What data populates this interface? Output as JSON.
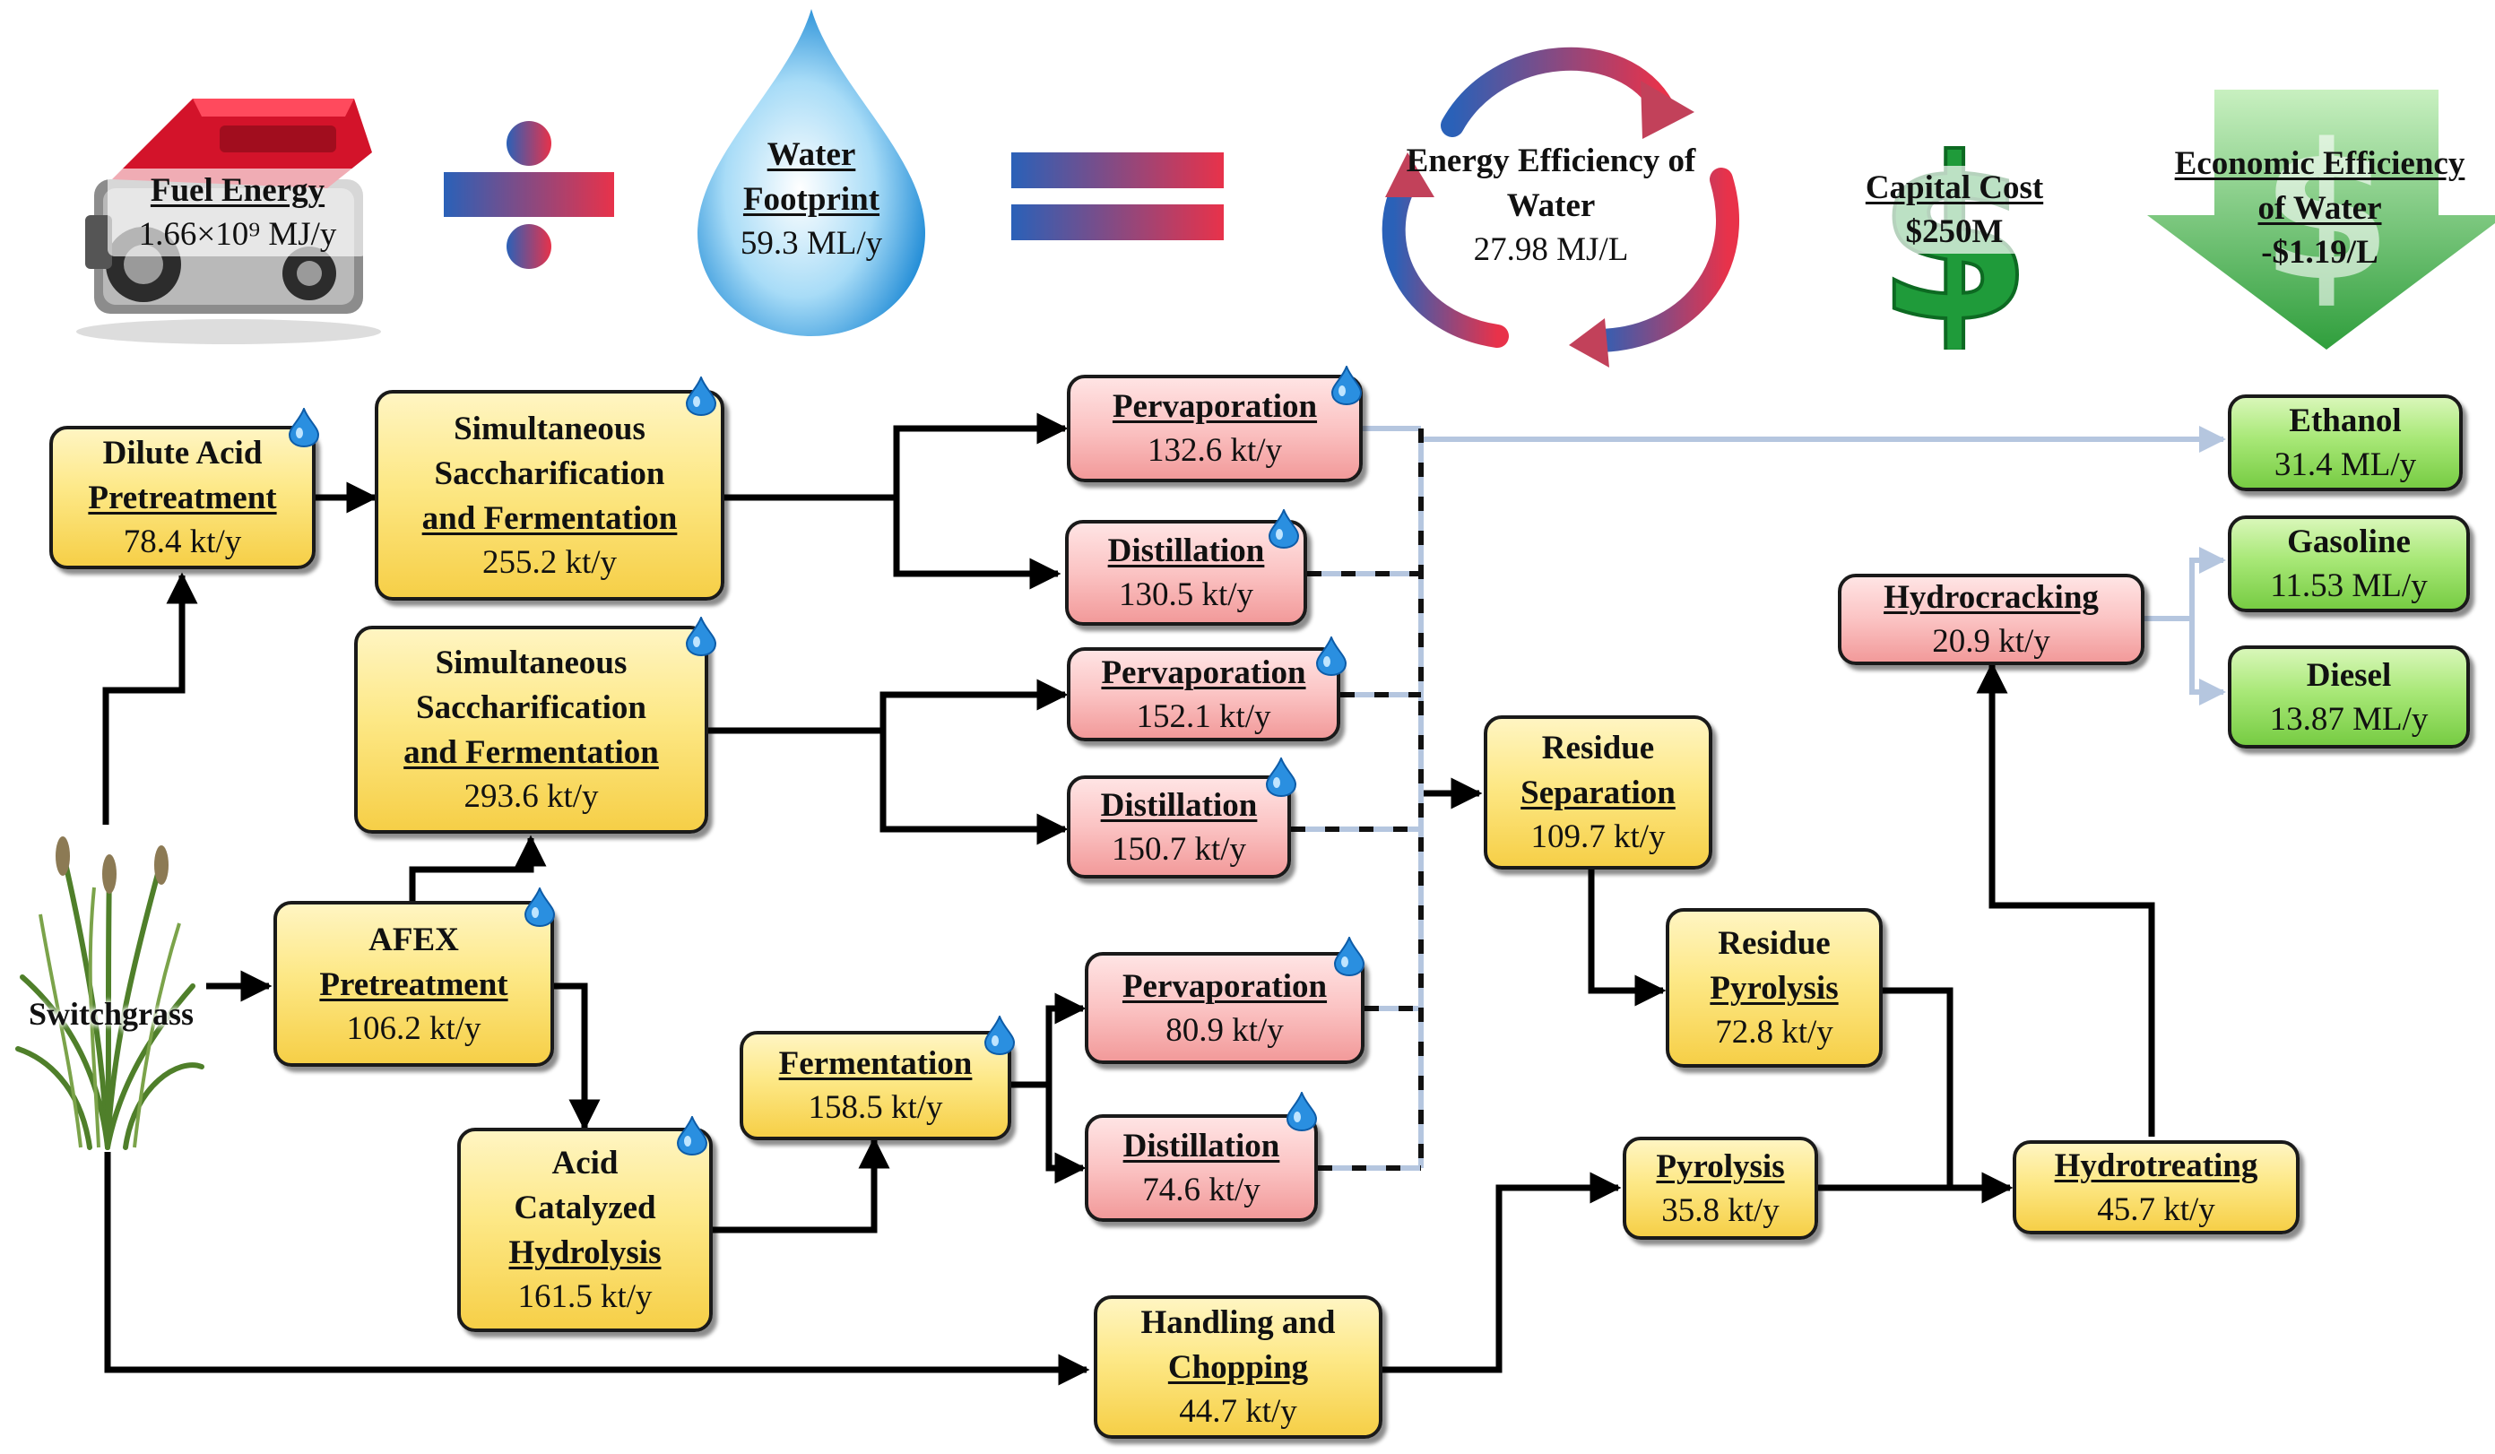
{
  "header": {
    "fuel_energy": {
      "title": "Fuel Energy",
      "value": "1.66×10⁹  MJ/y"
    },
    "water_footprint": {
      "title_line1": "Water",
      "title_line2": "Footprint",
      "value": "59.3 ML/y"
    },
    "energy_efficiency": {
      "title_line1": "Energy Efficiency of",
      "title_line2": "Water",
      "value": "27.98 MJ/L"
    },
    "capital_cost": {
      "title": "Capital Cost",
      "value": "$250M"
    },
    "economic_efficiency": {
      "title_line1": "Economic  Efficiency",
      "title_line2": "of Water",
      "value": "-$1.19/L"
    }
  },
  "feedstock": {
    "label": "Switchgrass"
  },
  "nodes": {
    "dilute_acid": {
      "line1": "Dilute Acid",
      "line2": "Pretreatment",
      "value": "78.4 kt/y"
    },
    "ssf_1": {
      "line1": "Simultaneous",
      "line2": "Saccharification",
      "line3": "and Fermentation",
      "value": "255.2 kt/y"
    },
    "ssf_2": {
      "line1": "Simultaneous",
      "line2": "Saccharification",
      "line3": "and Fermentation",
      "value": "293.6 kt/y"
    },
    "afex": {
      "line1": "AFEX",
      "line2": "Pretreatment",
      "value": "106.2 kt/y"
    },
    "acid_hydrolysis": {
      "line1": "Acid",
      "line2": "Catalyzed",
      "line3": "Hydrolysis",
      "value": "161.5 kt/y"
    },
    "fermentation": {
      "line1": "Fermentation",
      "value": "158.5 kt/y"
    },
    "handling": {
      "line1": "Handling and",
      "line2": "Chopping",
      "value": "44.7 kt/y"
    },
    "perv_1": {
      "line1": "Pervaporation",
      "value": "132.6 kt/y"
    },
    "dist_1": {
      "line1": "Distillation",
      "value": "130.5 kt/y"
    },
    "perv_2": {
      "line1": "Pervaporation",
      "value": "152.1 kt/y"
    },
    "dist_2": {
      "line1": "Distillation",
      "value": "150.7 kt/y"
    },
    "perv_3": {
      "line1": "Pervaporation",
      "value": "80.9 kt/y"
    },
    "dist_3": {
      "line1": "Distillation",
      "value": "74.6 kt/y"
    },
    "residue_sep": {
      "line1": "Residue",
      "line2": "Separation",
      "value": "109.7 kt/y"
    },
    "residue_pyro": {
      "line1": "Residue",
      "line2": "Pyrolysis",
      "value": "72.8 kt/y"
    },
    "pyrolysis": {
      "line1": "Pyrolysis",
      "value": "35.8 kt/y"
    },
    "hydrotreating": {
      "line1": "Hydrotreating",
      "value": "45.7 kt/y"
    },
    "hydrocracking": {
      "line1": "Hydrocracking",
      "value": "20.9 kt/y"
    },
    "ethanol": {
      "line1": "Ethanol",
      "value": "31.4 ML/y"
    },
    "gasoline": {
      "line1": "Gasoline",
      "value": "11.53 ML/y"
    },
    "diesel": {
      "line1": "Diesel",
      "value": "13.87 ML/y"
    }
  },
  "colors": {
    "process_box": "#f8d44f",
    "separation_box": "#f6a9a9",
    "product_box": "#8fdc5a",
    "water_stream": "#b8c8e0",
    "operator_blue": "#2a61b8",
    "operator_red": "#e8324a",
    "cost_green": "#1f9b3a"
  },
  "icons": {
    "engine": "engine-icon",
    "divide": "divide-icon",
    "water_drop": "water-drop-icon",
    "equals": "equals-icon",
    "recycle_arrows": "recycle-arrows-icon",
    "dollar": "dollar-icon",
    "down_arrow_dollar": "down-arrow-dollar-icon",
    "small_drop": "water-drop-icon",
    "grass": "switchgrass-icon"
  }
}
